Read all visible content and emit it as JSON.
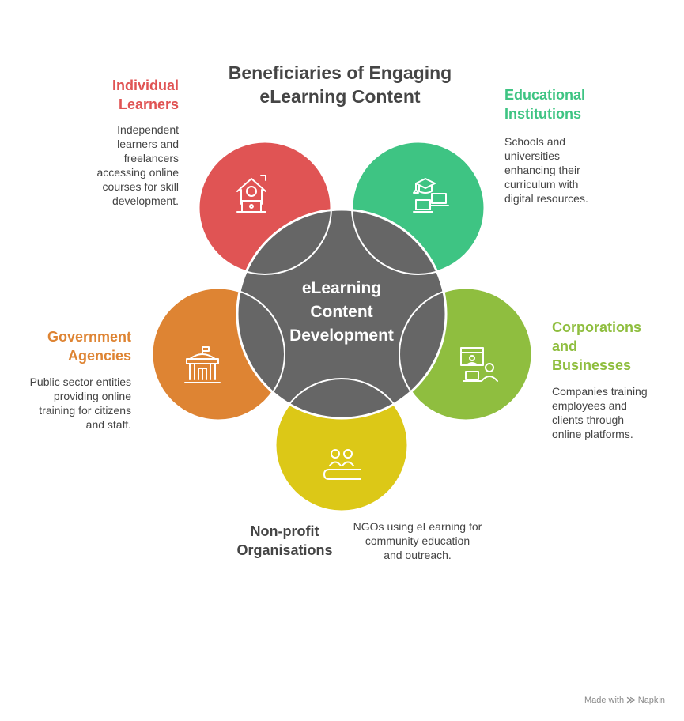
{
  "title": {
    "line1": "Beneficiaries of Engaging",
    "line2": "eLearning Content"
  },
  "center": {
    "line1": "eLearning",
    "line2": "Content",
    "line3": "Development",
    "color": "#666666"
  },
  "beneficiaries": [
    {
      "key": "individual",
      "title": [
        "Individual",
        "Learners"
      ],
      "desc": [
        "Independent",
        "learners and",
        "freelancers",
        "accessing online",
        "courses for skill",
        "development."
      ],
      "color": "#E05454",
      "icon": "home-laptop-learner-icon"
    },
    {
      "key": "educational",
      "title": [
        "Educational",
        "Institutions"
      ],
      "desc": [
        "Schools and",
        "universities",
        "enhancing their",
        "curriculum with",
        "digital resources."
      ],
      "color": "#3EC483",
      "icon": "graduation-cap-laptops-icon"
    },
    {
      "key": "corporations",
      "title": [
        "Corporations",
        "and",
        "Businesses"
      ],
      "desc": [
        "Companies training",
        "employees and",
        "clients through",
        "online platforms."
      ],
      "color": "#8FBE3F",
      "icon": "online-training-users-icon"
    },
    {
      "key": "nonprofit",
      "title": [
        "Non-profit",
        "Organisations"
      ],
      "desc": [
        "NGOs using eLearning for",
        "community education",
        "and outreach."
      ],
      "color": "#DCC817",
      "icon": "community-group-icon"
    },
    {
      "key": "government",
      "title": [
        "Government",
        "Agencies"
      ],
      "desc": [
        "Public sector entities",
        "providing online",
        "training for citizens",
        "and staff."
      ],
      "color": "#DE8433",
      "icon": "government-building-icon"
    }
  ],
  "footer": {
    "prefix": "Made with",
    "brand": "Napkin"
  }
}
